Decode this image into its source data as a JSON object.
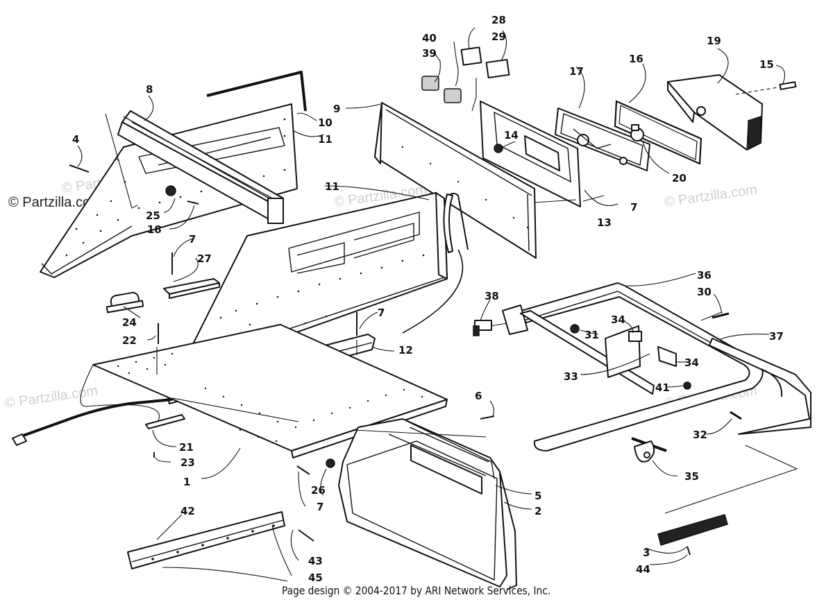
{
  "watermarks": {
    "partzilla": "© Partzilla.com"
  },
  "callouts": [
    {
      "id": "c1",
      "text": "1"
    },
    {
      "id": "c2",
      "text": "2"
    },
    {
      "id": "c3",
      "text": "3"
    },
    {
      "id": "c4",
      "text": "4"
    },
    {
      "id": "c5",
      "text": "5"
    },
    {
      "id": "c6",
      "text": "6"
    },
    {
      "id": "c7a",
      "text": "7"
    },
    {
      "id": "c7b",
      "text": "7"
    },
    {
      "id": "c7c",
      "text": "7"
    },
    {
      "id": "c7d",
      "text": "7"
    },
    {
      "id": "c8",
      "text": "8"
    },
    {
      "id": "c9",
      "text": "9"
    },
    {
      "id": "c10",
      "text": "10"
    },
    {
      "id": "c11a",
      "text": "11"
    },
    {
      "id": "c11b",
      "text": "11"
    },
    {
      "id": "c12",
      "text": "12"
    },
    {
      "id": "c13",
      "text": "13"
    },
    {
      "id": "c14",
      "text": "14"
    },
    {
      "id": "c15",
      "text": "15"
    },
    {
      "id": "c16",
      "text": "16"
    },
    {
      "id": "c17",
      "text": "17"
    },
    {
      "id": "c18",
      "text": "18"
    },
    {
      "id": "c19",
      "text": "19"
    },
    {
      "id": "c20",
      "text": "20"
    },
    {
      "id": "c21",
      "text": "21"
    },
    {
      "id": "c22",
      "text": "22"
    },
    {
      "id": "c23",
      "text": "23"
    },
    {
      "id": "c24",
      "text": "24"
    },
    {
      "id": "c25",
      "text": "25"
    },
    {
      "id": "c26",
      "text": "26"
    },
    {
      "id": "c27",
      "text": "27"
    },
    {
      "id": "c28",
      "text": "28"
    },
    {
      "id": "c29",
      "text": "29"
    },
    {
      "id": "c30",
      "text": "30"
    },
    {
      "id": "c31",
      "text": "31"
    },
    {
      "id": "c32",
      "text": "32"
    },
    {
      "id": "c33",
      "text": "33"
    },
    {
      "id": "c34a",
      "text": "34"
    },
    {
      "id": "c34b",
      "text": "34"
    },
    {
      "id": "c35",
      "text": "35"
    },
    {
      "id": "c36",
      "text": "36"
    },
    {
      "id": "c37",
      "text": "37"
    },
    {
      "id": "c38",
      "text": "38"
    },
    {
      "id": "c39",
      "text": "39"
    },
    {
      "id": "c40",
      "text": "40"
    },
    {
      "id": "c41",
      "text": "41"
    },
    {
      "id": "c42",
      "text": "42"
    },
    {
      "id": "c43",
      "text": "43"
    },
    {
      "id": "c44",
      "text": "44"
    },
    {
      "id": "c45",
      "text": "45"
    }
  ],
  "footer": {
    "text": "Page design © 2004-2017 by ARI Network Services, Inc."
  }
}
